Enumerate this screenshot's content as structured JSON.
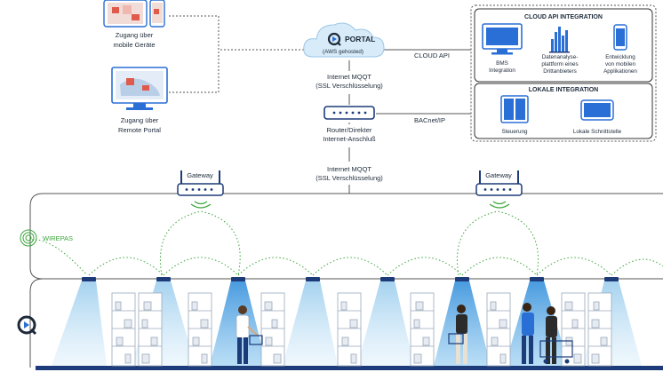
{
  "colors": {
    "navy": "#1d3b78",
    "accent_blue": "#2a6fd6",
    "light_blue": "#cfe6f7",
    "wirepas_green": "#3aa53a",
    "line_gray": "#555555"
  },
  "left": {
    "mobile_caption_1": "Zugang über",
    "mobile_caption_2": "mobile Geräte",
    "remote_caption_1": "Zugang über",
    "remote_caption_2": "Remote Portal"
  },
  "cloud": {
    "title": "PORTAL",
    "subtitle": "(AWS gehosted)",
    "api_label": "CLOUD API"
  },
  "center": {
    "mqqt_top_1": "Internet MQQT",
    "mqqt_top_2": "(SSL Verschlüsselung)",
    "router_1": "Router/Direkter",
    "router_2": "Internet-Anschluß",
    "bacnet": "BACnet/IP",
    "mqqt_bottom_1": "Internet MQQT",
    "mqqt_bottom_2": "(SSL Verschlüsselung)"
  },
  "cloud_api": {
    "title": "CLOUD API INTEGRATION",
    "bms_1": "BMS",
    "bms_2": "Integration",
    "analytics_1": "Datenanalyse-",
    "analytics_2": "plattform eines",
    "analytics_3": "Drittanbieters",
    "dev_1": "Entwicklung",
    "dev_2": "von mobilen",
    "dev_3": "Applikationen"
  },
  "local": {
    "title": "LOKALE INTEGRATION",
    "control": "Steuerung",
    "interface": "Lokale Schnittstelle"
  },
  "gateways": {
    "left_label": "Gateway",
    "right_label": "Gateway"
  },
  "mesh": {
    "wirepas": "WIREPAS"
  },
  "icons": {
    "cloud": "cloud-icon",
    "router": "router-icon",
    "monitor": "monitor-icon",
    "tablet": "tablet-icon",
    "phone": "phone-icon",
    "bar_chart": "bar-chart-icon",
    "gateway": "gateway-icon",
    "brand": "brand-logo-icon",
    "wirepas": "wirepas-logo-icon",
    "lamp": "ceiling-lamp-icon",
    "shelf": "shelf-icon",
    "person": "shopper-icon"
  }
}
